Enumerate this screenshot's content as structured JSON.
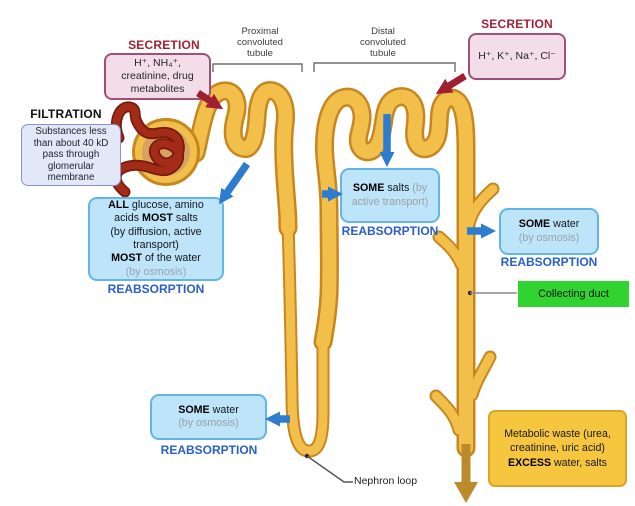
{
  "labels": {
    "secretion": "SECRETION",
    "filtration": "FILTRATION",
    "reabsorption": "REABSORPTION",
    "proximal_tubule": {
      "l1": "Proximal",
      "l2": "convoluted",
      "l3": "tubule"
    },
    "distal_tubule": {
      "l1": "Distal",
      "l2": "convoluted",
      "l3": "tubule"
    },
    "collecting_duct": "Collecting duct",
    "nephron_loop": "Nephron loop"
  },
  "boxes": {
    "secretion_left": {
      "l1": "H⁺, NH₄⁺,",
      "l2": "creatinine, drug",
      "l3": "metabolites"
    },
    "secretion_right": {
      "l1": "H⁺, K⁺, Na⁺, Cl⁻"
    },
    "filtration": {
      "l1": "Substances less",
      "l2": "than about 40 kD",
      "l3": "pass through",
      "l4": "glomerular",
      "l5": "membrane"
    },
    "proximal_reabsorption": {
      "l1a": "ALL",
      "l1b": " glucose, amino",
      "l2a": "acids ",
      "l2b": "MOST",
      "l2c": " salts",
      "l3": "(by diffusion, active",
      "l4": "transport)",
      "l5a": "MOST",
      "l5b": " of the water",
      "l6": "(by osmosis)"
    },
    "distal_reabsorption": {
      "l1a": "SOME",
      "l1b": " salts ",
      "l1c": "(by",
      "l2": "active transport)"
    },
    "duct_water_reabsorption": {
      "l1a": "SOME",
      "l1b": " water",
      "l2": "(by osmosis)"
    },
    "loop_water_reabsorption": {
      "l1a": "SOME",
      "l1b": " water",
      "l2": "(by osmosis)"
    },
    "excretion": {
      "l1": "Metabolic waste (urea,",
      "l2": "creatinine, uric acid)",
      "l3a": "EXCESS",
      "l3b": " water, salts"
    }
  },
  "colors": {
    "tube_fill": "#f3bf4b",
    "tube_outline": "#c8861f",
    "glomerulus_capillary": "#a22c17",
    "capsule_inner": "#d9a35f",
    "arrow_blue": "#2e7cd0",
    "arrow_red": "#9e2030",
    "urine_arrow": "#bb8b2b",
    "blue_box_fill": "#bee4f9",
    "blue_box_border": "#62b5e5",
    "pink_box_fill": "#f2dde9",
    "pink_box_border": "#a05076",
    "lavender_box_fill": "#e3e8f8",
    "lavender_box_border": "#8a93cd",
    "waste_box_fill": "#f6c63f",
    "green_label_bg": "#30d330",
    "reabsorption_text": "#2a5ecb",
    "secretion_text": "#a32135",
    "muted_text": "#9aa2aa"
  }
}
